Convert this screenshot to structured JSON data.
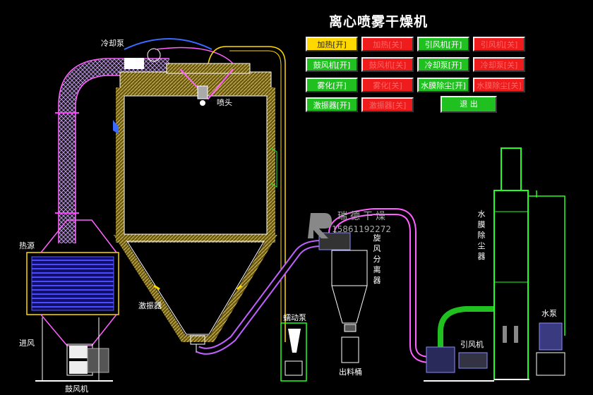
{
  "title": "离心喷雾干燥机",
  "buttons": [
    {
      "label": "加热[开]",
      "style": "yellow"
    },
    {
      "label": "加热[关]",
      "style": "red"
    },
    {
      "label": "引风机[开]",
      "style": "green"
    },
    {
      "label": "引风机[关]",
      "style": "red"
    },
    {
      "label": "鼓风机[开]",
      "style": "green"
    },
    {
      "label": "鼓风机[关]",
      "style": "red"
    },
    {
      "label": "冷却泵[开]",
      "style": "green"
    },
    {
      "label": "冷却泵[关]",
      "style": "red"
    },
    {
      "label": "雾化[开]",
      "style": "green"
    },
    {
      "label": "雾化[关]",
      "style": "red"
    },
    {
      "label": "水膜除尘[开]",
      "style": "green"
    },
    {
      "label": "水膜除尘[关]",
      "style": "red"
    },
    {
      "label": "激振器[开]",
      "style": "green"
    },
    {
      "label": "激振器[关]",
      "style": "red"
    },
    {
      "label": "退 出",
      "style": "green"
    }
  ],
  "labels": {
    "cooling_pump": "冷却泵",
    "nozzle": "喷头",
    "heat_source": "热源",
    "vibrator": "激振器",
    "air_inlet": "进风",
    "blower": "鼓风机",
    "peristaltic_pump": "蠕动泵",
    "discharge_bucket": "出料桶",
    "cyclone": "旋风分离器",
    "induced_fan": "引风机",
    "water_pump": "水泵",
    "water_film_dust_collector": "水膜除尘器"
  },
  "watermark": {
    "brand": "瑞德干燥",
    "phone": "15861192272"
  },
  "colors": {
    "wall_fill": "#8a7a30",
    "duct_pink": "#ff60ff",
    "duct_violet": "#9b5cff",
    "frame_green": "#20ff20",
    "outline_white": "#ffffff",
    "line_yellow": "#ffd800"
  }
}
